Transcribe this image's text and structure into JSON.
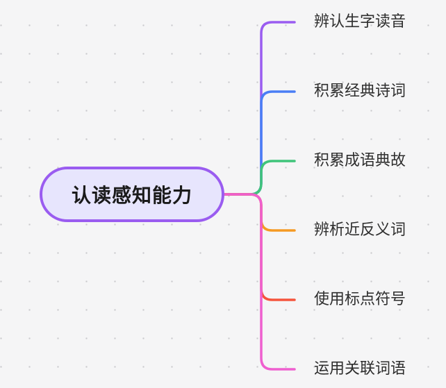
{
  "root": {
    "label": "认读感知能力",
    "border_color": "#9a5cf0",
    "fill_color": "#e7e5fd"
  },
  "branches": [
    {
      "label": "辨认生字读音",
      "color": "#9a5cf0"
    },
    {
      "label": "积累经典诗词",
      "color": "#4a7ef5"
    },
    {
      "label": "积累成语典故",
      "color": "#3fc47a"
    },
    {
      "label": "辨析近反义词",
      "color": "#f59a23"
    },
    {
      "label": "使用标点符号",
      "color": "#f5543c"
    },
    {
      "label": "运用关联词语",
      "color": "#ef5fcf"
    }
  ]
}
